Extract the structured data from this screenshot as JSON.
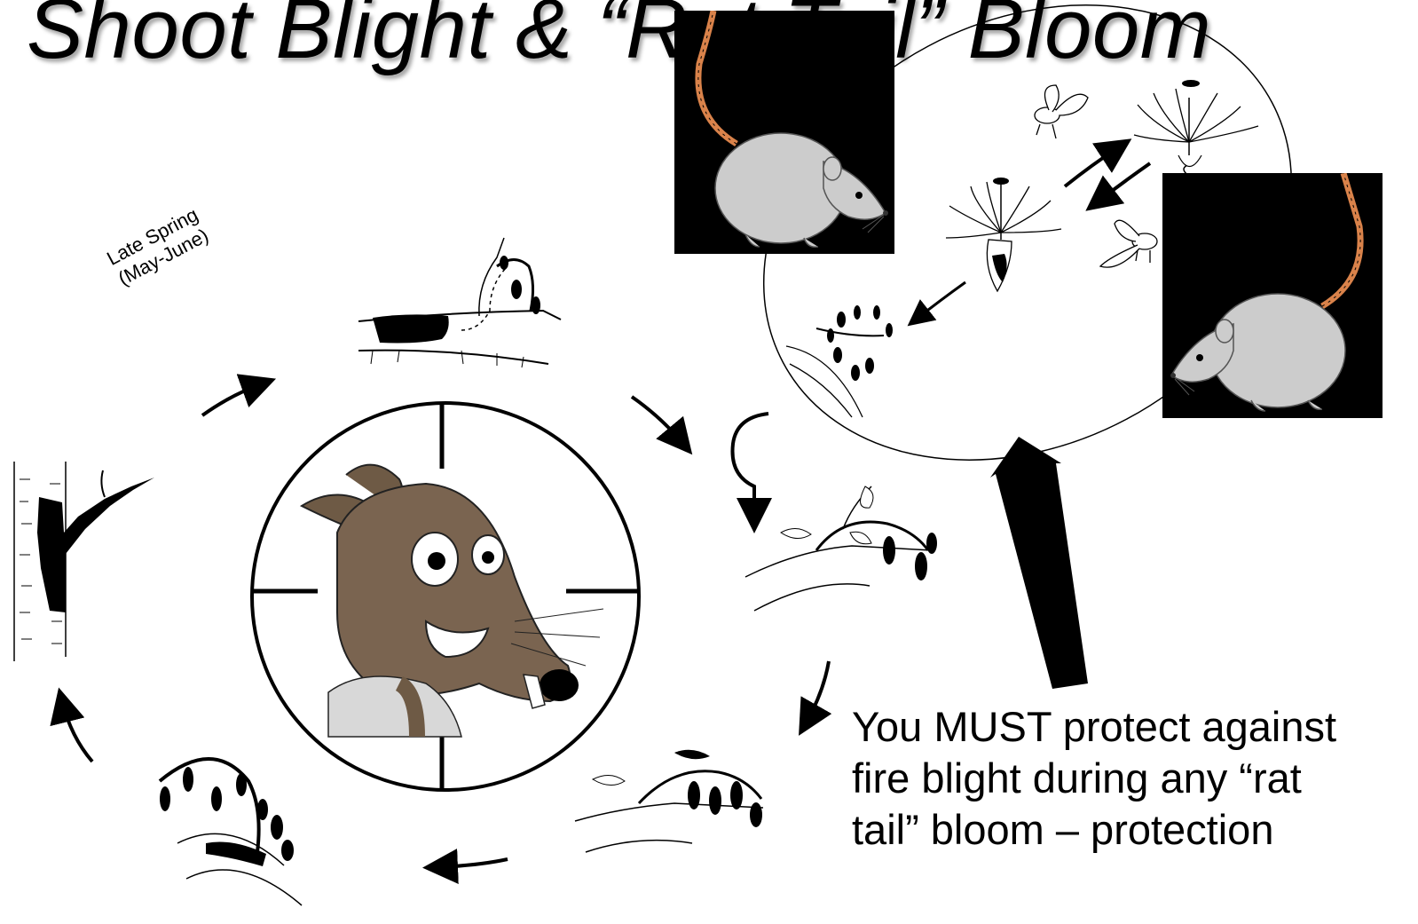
{
  "slide": {
    "title": "Shoot Blight  & “Rat Tail” Bloom",
    "season": {
      "line1": "Late Spring",
      "line2": "(May-June)"
    },
    "note": {
      "line1": "You MUST protect against",
      "line2": "fire blight during any “rat",
      "line3": "tail” bloom – protection"
    }
  },
  "colors": {
    "text": "#000000",
    "background": "#ffffff",
    "rat_body": "#cccccc",
    "rat_tail": "#d9824a",
    "rat_panel": "#000000",
    "cartoon_rat_fur": "#6e5a45"
  },
  "icons": [
    "rat-icon",
    "crosshair-icon",
    "flower-icon",
    "bee-icon",
    "cankered-branch-icon",
    "blighted-shoot-icon",
    "cycle-arrow-icon"
  ]
}
